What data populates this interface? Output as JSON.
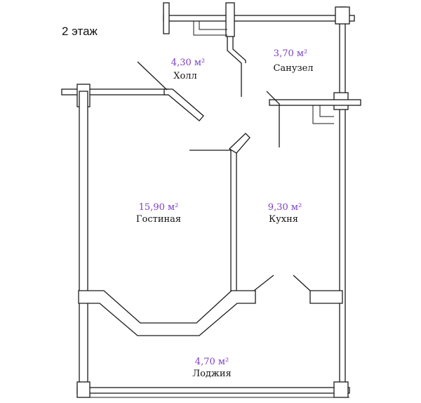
{
  "floor_label": "2 этаж",
  "area_color": "#7b3fc4",
  "rooms": [
    {
      "area": "4,30 м²",
      "name": "Холл"
    },
    {
      "area": "3,70 м²",
      "name": "Санузел"
    },
    {
      "area": "15,90 м²",
      "name": "Гостиная"
    },
    {
      "area": "9,30 м²",
      "name": "Кухня"
    },
    {
      "area": "4,70 м²",
      "name": "Лоджия"
    }
  ]
}
